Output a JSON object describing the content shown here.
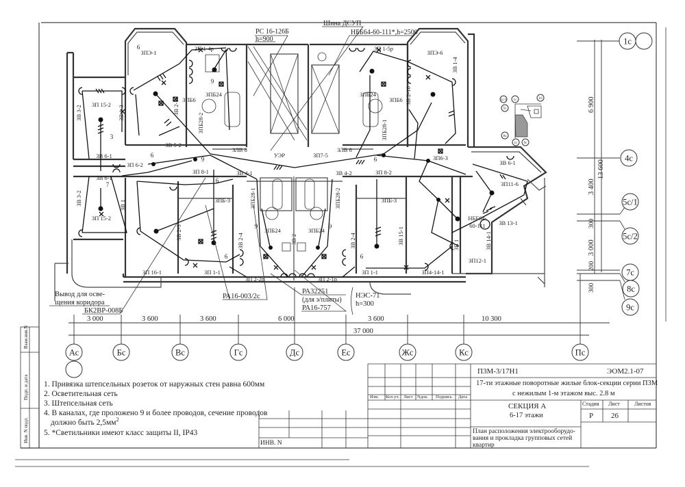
{
  "sheet": {
    "project_code": "П3М-3/17Н1",
    "doc_code": "ЭОМ2.1-07",
    "title_line1": "17-ти этажные поворотные жилые блок-секции серии П3М",
    "title_line2": "с нежилым 1-м этажом выс. 2.8 м",
    "section": "СЕКЦИЯ А",
    "floors": "6-17 этажи",
    "drawing_name_1": "План расположения электрооборудо-",
    "drawing_name_2": "вания и прокладка групповых сетей",
    "drawing_name_3": "квартир",
    "stage_header": "Стадия",
    "sheet_header": "Лист",
    "sheets_header": "Листов",
    "stage": "Р",
    "sheet_no": "26",
    "rev_headers": [
      "Изм.",
      "Кол.уч.",
      "Лист",
      "Nдок.",
      "Подпись",
      "Дата"
    ],
    "inv_label": "ИНВ. N"
  },
  "side_stamp": [
    "Взам.инв.N",
    "Подп. и дата",
    "Инв. N подл."
  ],
  "notes": [
    "1. Привязка штепсельных розеток от наружных стен равна 600мм",
    "2. Осветительная сеть",
    "3. Штепсельная сеть",
    "4. В каналах, где проложено 9 и более проводов, сечение проводов",
    "должно быть 2,5мм",
    "5. *Светильники имеют класс защиты II, IP43"
  ],
  "callouts": {
    "rs": "РС 16-126Б",
    "rs_h": "h=900",
    "bus": "Шина ДСУП",
    "nbb": "НББ64-60-111*,h=2500",
    "corridor_1": "Вывод для осве-",
    "corridor_2": "щения коридора",
    "bk": "БК2ВР-008Б",
    "ra16_003": "РА16-003/2с",
    "ra32251": "РА32251",
    "ra32251_note": "(для э/плиты)",
    "ra16_757": "РА16-757",
    "nes": "НЭС-71",
    "nes_h": "h=300"
  },
  "axes_horizontal": [
    "Ас",
    "Бс",
    "Вс",
    "Гс",
    "Дс",
    "Ес",
    "Жс",
    "Кс",
    "Пс"
  ],
  "axes_vertical": [
    "1с",
    "4с",
    "5с/1",
    "5с/2",
    "7с",
    "8с",
    "9с"
  ],
  "dims_horizontal": [
    "3 000",
    "3 600",
    "3 600",
    "6 000",
    "3 600",
    "10 300"
  ],
  "dim_total": "37 000",
  "dims_vertical": [
    "6 900",
    "13 600",
    "3 400",
    "300",
    "3 000",
    "200",
    "300"
  ],
  "plan": {
    "labels": [
      "ЗПЭ-1",
      "ЗП 15-2",
      "ЗВ 3-2",
      "ЗВ 1-3",
      "ЗВ 2-10",
      "ЗП 1-4р",
      "ЗПБ24",
      "ЗПБ6",
      "ЗПБ28-2",
      "ЗВ 5-2",
      "ЗВ 6-1",
      "ЗП 6-2",
      "ЗВ 6-1",
      "ЗП 8-1",
      "ЗЛВ 8",
      "ЗВ 4-1",
      "УЭР",
      "ЗП7-5",
      "ЗЛВ 8",
      "ЗВ 4-2",
      "ЗП 8-2",
      "ЗПБ-3",
      "ЗПБ-3",
      "ЗП 15-2",
      "ЗВ 3-2",
      "ЗВ 1",
      "ЗВ 2-3",
      "ЗВ 2-4",
      "ЗПБ24",
      "ЗВ 2",
      "ЗПБ24",
      "ЗВ 2-4",
      "ЗВ 15-1",
      "ЗВ 1",
      "ЗП 16-1",
      "ЗП 1-1",
      "ЗП 2-2р",
      "ЗП 2-1р",
      "ЗП 1-1",
      "ЗП4-14-1",
      "ЗП12-1",
      "ЗВ 13-1",
      "НББ64-",
      "60-111",
      "ЗВ 14-1",
      "ЗП11-6",
      "ЗВ 6-1",
      "ЗП6-3",
      "ЗПЭ-6",
      "ЗВ 1-4",
      "ЗВ 2-10",
      "ЗП 1-5р",
      "ЗПБ24",
      "ЗПБ6",
      "ЗПБ28-1",
      "ЗПБ28-1",
      "ЗПБ28-2",
      "6",
      "9",
      "3",
      "7",
      "6",
      "9",
      "6",
      "6",
      "9",
      "9",
      "6",
      "6"
    ]
  },
  "key_plan": {
    "labels": [
      "5с/1",
      "1с",
      "16",
      "Тс",
      "Ас",
      "1с",
      "9с"
    ]
  }
}
